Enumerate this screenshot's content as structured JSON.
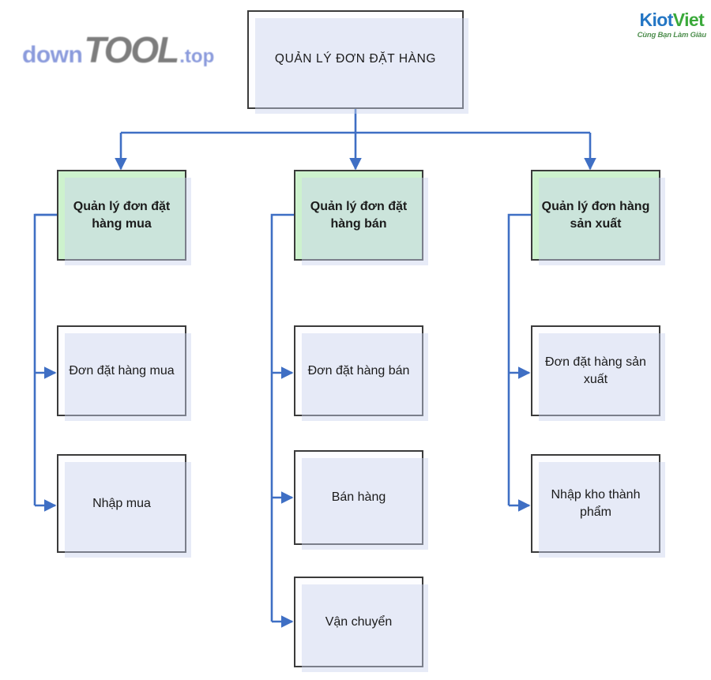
{
  "page": {
    "title": "QUẢN LÝ ĐƠN ĐẶT HÀNG",
    "background_color": "#ffffff"
  },
  "watermark": {
    "part1": "down",
    "part2": "TOOL",
    "part3": ".top",
    "color1": "#8b9bdc",
    "color2": "#7d7d7d"
  },
  "brand": {
    "name_part1": "Kiot",
    "name_part2": "Viet",
    "tagline": "Cùng Bạn Làm Giàu",
    "color_part1": "#2476c4",
    "color_part2": "#3aa93a",
    "tagline_color": "#4f8f4f"
  },
  "diagram": {
    "type": "tree",
    "connector_color": "#3f6fc4",
    "node_border_color": "#3b3b3b",
    "shadow_color": "#c9d2ee",
    "green_fill": "#cdf2cd",
    "plain_fill": "#fdfdff",
    "root": {
      "id": "root",
      "label": "QUẢN LÝ ĐƠN ĐẶT HÀNG"
    },
    "columns": [
      {
        "id": "col-mua",
        "head": {
          "id": "quan-ly-don-dat-hang-mua",
          "label": "Quản lý đơn đặt hàng mua",
          "fill": "green"
        },
        "children": [
          {
            "id": "don-dat-hang-mua",
            "label": "Đơn đặt hàng mua",
            "fill": "plain"
          },
          {
            "id": "nhap-mua",
            "label": "Nhập mua",
            "fill": "plain"
          }
        ]
      },
      {
        "id": "col-ban",
        "head": {
          "id": "quan-ly-don-dat-hang-ban",
          "label": "Quản lý đơn đặt hàng bán",
          "fill": "green"
        },
        "children": [
          {
            "id": "don-dat-hang-ban",
            "label": "Đơn đặt hàng bán",
            "fill": "plain"
          },
          {
            "id": "ban-hang",
            "label": "Bán hàng",
            "fill": "plain"
          },
          {
            "id": "van-chuyen",
            "label": "Vận chuyển",
            "fill": "plain"
          }
        ]
      },
      {
        "id": "col-san-xuat",
        "head": {
          "id": "quan-ly-don-hang-san-xuat",
          "label": "Quản lý đơn hàng sản xuất",
          "fill": "green"
        },
        "children": [
          {
            "id": "don-dat-hang-san-xuat",
            "label": "Đơn đặt hàng sản xuất",
            "fill": "plain"
          },
          {
            "id": "nhap-kho-thanh-pham",
            "label": "Nhập kho thành phẩm",
            "fill": "plain"
          }
        ]
      }
    ]
  }
}
